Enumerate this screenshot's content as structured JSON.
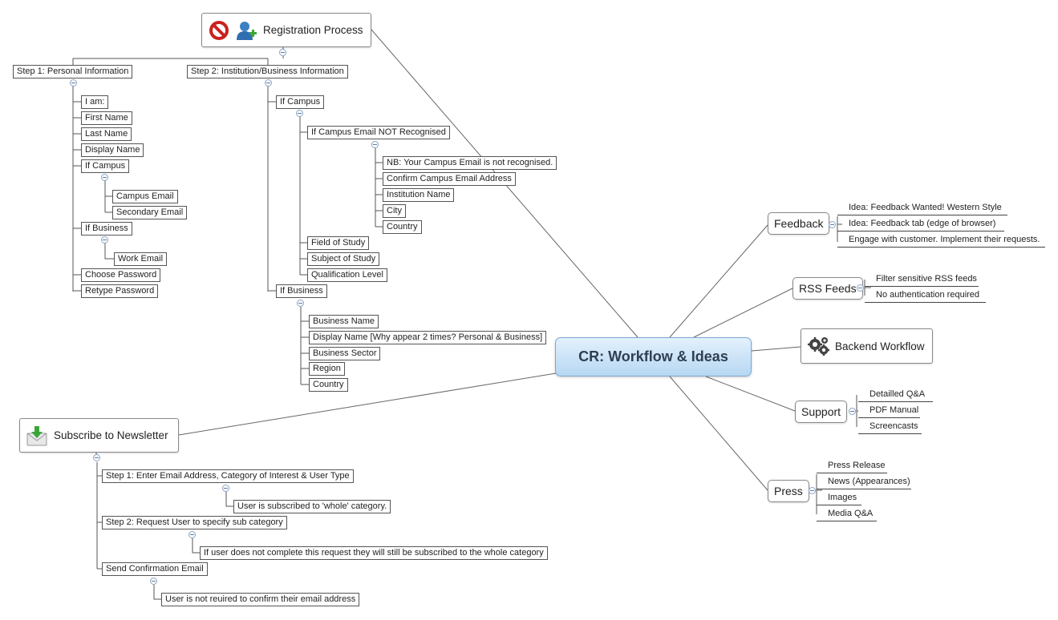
{
  "central": {
    "label": "CR: Workflow & Ideas"
  },
  "registration": {
    "label": "Registration Process",
    "icons": [
      "no-entry-icon",
      "add-user-icon"
    ],
    "step1": {
      "label": "Step 1: Personal Information",
      "items": [
        "I am:",
        "First Name",
        "Last Name",
        "Display Name",
        "If Campus",
        "Campus Email",
        "Secondary Email",
        "If Business",
        "Work Email",
        "Choose Password",
        "Retype Password"
      ]
    },
    "step2": {
      "label": "Step 2: Institution/Business Information",
      "if_campus": "If Campus",
      "not_recognised": "If Campus Email NOT Recognised",
      "not_recognised_items": [
        "NB: Your Campus Email is not recognised.",
        "Confirm Campus Email Address",
        "Institution Name",
        "City",
        "Country"
      ],
      "campus_items": [
        "Field of Study",
        "Subject of Study",
        "Qualification Level"
      ],
      "if_business": "If Business",
      "business_items": [
        "Business Name",
        "Display Name [Why appear 2 times? Personal & Business]",
        "Business Sector",
        "Region",
        "Country"
      ]
    }
  },
  "newsletter": {
    "label": "Subscribe to Newsletter",
    "icon": "download-mail-icon",
    "step1": "Step 1: Enter Email Address, Category of Interest & User Type",
    "step1_note": "User is subscribed to 'whole' category.",
    "step2": "Step 2: Request User to specify sub category",
    "step2_note": "If user does not complete this request they will still be subscribed to the whole category",
    "confirm": "Send Confirmation Email",
    "confirm_note": "User is not reuired to confirm their email address"
  },
  "feedback": {
    "label": "Feedback",
    "items": [
      "Idea: Feedback Wanted! Western Style",
      "Idea: Feedback tab (edge of browser)",
      "Engage with customer. Implement their requests."
    ]
  },
  "rss": {
    "label": "RSS Feeds",
    "items": [
      "Filter sensitive RSS feeds",
      "No authentication required"
    ]
  },
  "backend": {
    "label": "Backend Workflow",
    "icon": "gears-icon"
  },
  "support": {
    "label": "Support",
    "items": [
      "Detailled Q&A",
      "PDF Manual",
      "Screencasts"
    ]
  },
  "press": {
    "label": "Press",
    "items": [
      "Press Release",
      "News (Appearances)",
      "Images",
      "Media Q&A"
    ]
  }
}
